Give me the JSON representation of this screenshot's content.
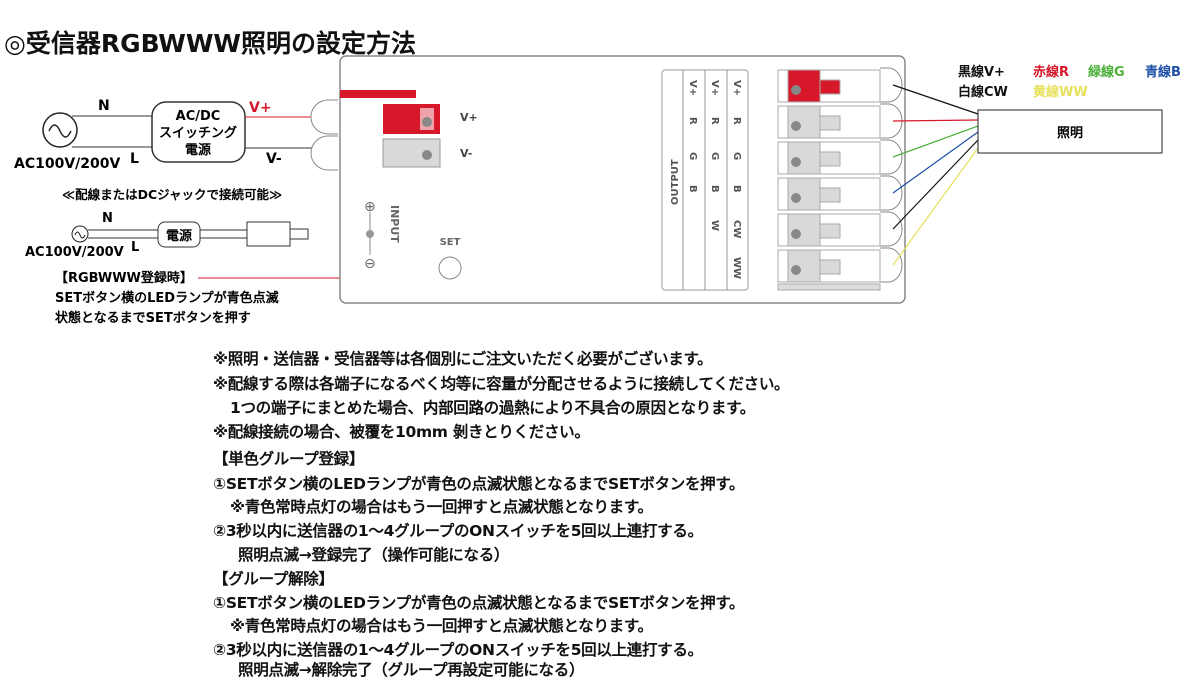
{
  "title": "◎受信器RGBWWW照明の設定方法",
  "power": {
    "n": "N",
    "l": "L",
    "ac": "AC100V/200V",
    "psu": [
      "AC/DC",
      "スイッチング",
      "電源"
    ],
    "vplus": "V+",
    "vminus": "V-",
    "alt_caption": "≪配線またはDCジャックで接続可能≫",
    "alt_psu": "電源"
  },
  "register": {
    "title": "【RGBWWW登録時】",
    "lines": [
      "SETボタン横のLEDランプが青色点滅",
      "状態となるまでSETボタンを押す"
    ]
  },
  "device": {
    "in_vplus": "V+",
    "in_vminus": "V-",
    "input_label": "INPUT",
    "plus": "⊕",
    "minus": "⊖",
    "set_label": "SET",
    "output_label": "OUTPUT",
    "col1": [
      "V+",
      "R",
      "G",
      "B"
    ],
    "col2": [
      "V+",
      "R",
      "G",
      "B",
      "W"
    ],
    "col3": [
      "V+",
      "R",
      "G",
      "B",
      "CW",
      "WW"
    ]
  },
  "legend": {
    "black": "黒線V+",
    "red": "赤線R",
    "green": "緑線G",
    "blue": "青線B",
    "white": "白線CW",
    "yellow": "黄線WW"
  },
  "lighting": "照明",
  "colors": {
    "red": "#d7182a",
    "green": "#4caf3a",
    "blue": "#1f4fa8",
    "yellow": "#e6e05a",
    "grey": "#d9d9d9"
  },
  "notes": [
    "※照明・送信器・受信器等は各個別にご注文いただく必要がございます。",
    "※配線する際は各端子になるべく均等に容量が分配させるように接続してください。",
    "1つの端子にまとめた場合、内部回路の過熱により不具合の原因となります。",
    "※配線接続の場合、被覆を10mm 剝きとりください。",
    "【単色グループ登録】",
    "①SETボタン横のLEDランプが青色の点滅状態となるまでSETボタンを押す。",
    "※青色常時点灯の場合はもう一回押すと点滅状態となります。",
    "②3秒以内に送信器の1～4グループのONスイッチを5回以上連打する。",
    "照明点滅→登録完了（操作可能になる）",
    "【グループ解除】",
    "①SETボタン横のLEDランプが青色の点滅状態となるまでSETボタンを押す。",
    "※青色常時点灯の場合はもう一回押すと点滅状態となります。",
    "②3秒以内に送信器の1～4グループのONスイッチを5回以上連打する。",
    "照明点滅→解除完了（グループ再設定可能になる）"
  ]
}
